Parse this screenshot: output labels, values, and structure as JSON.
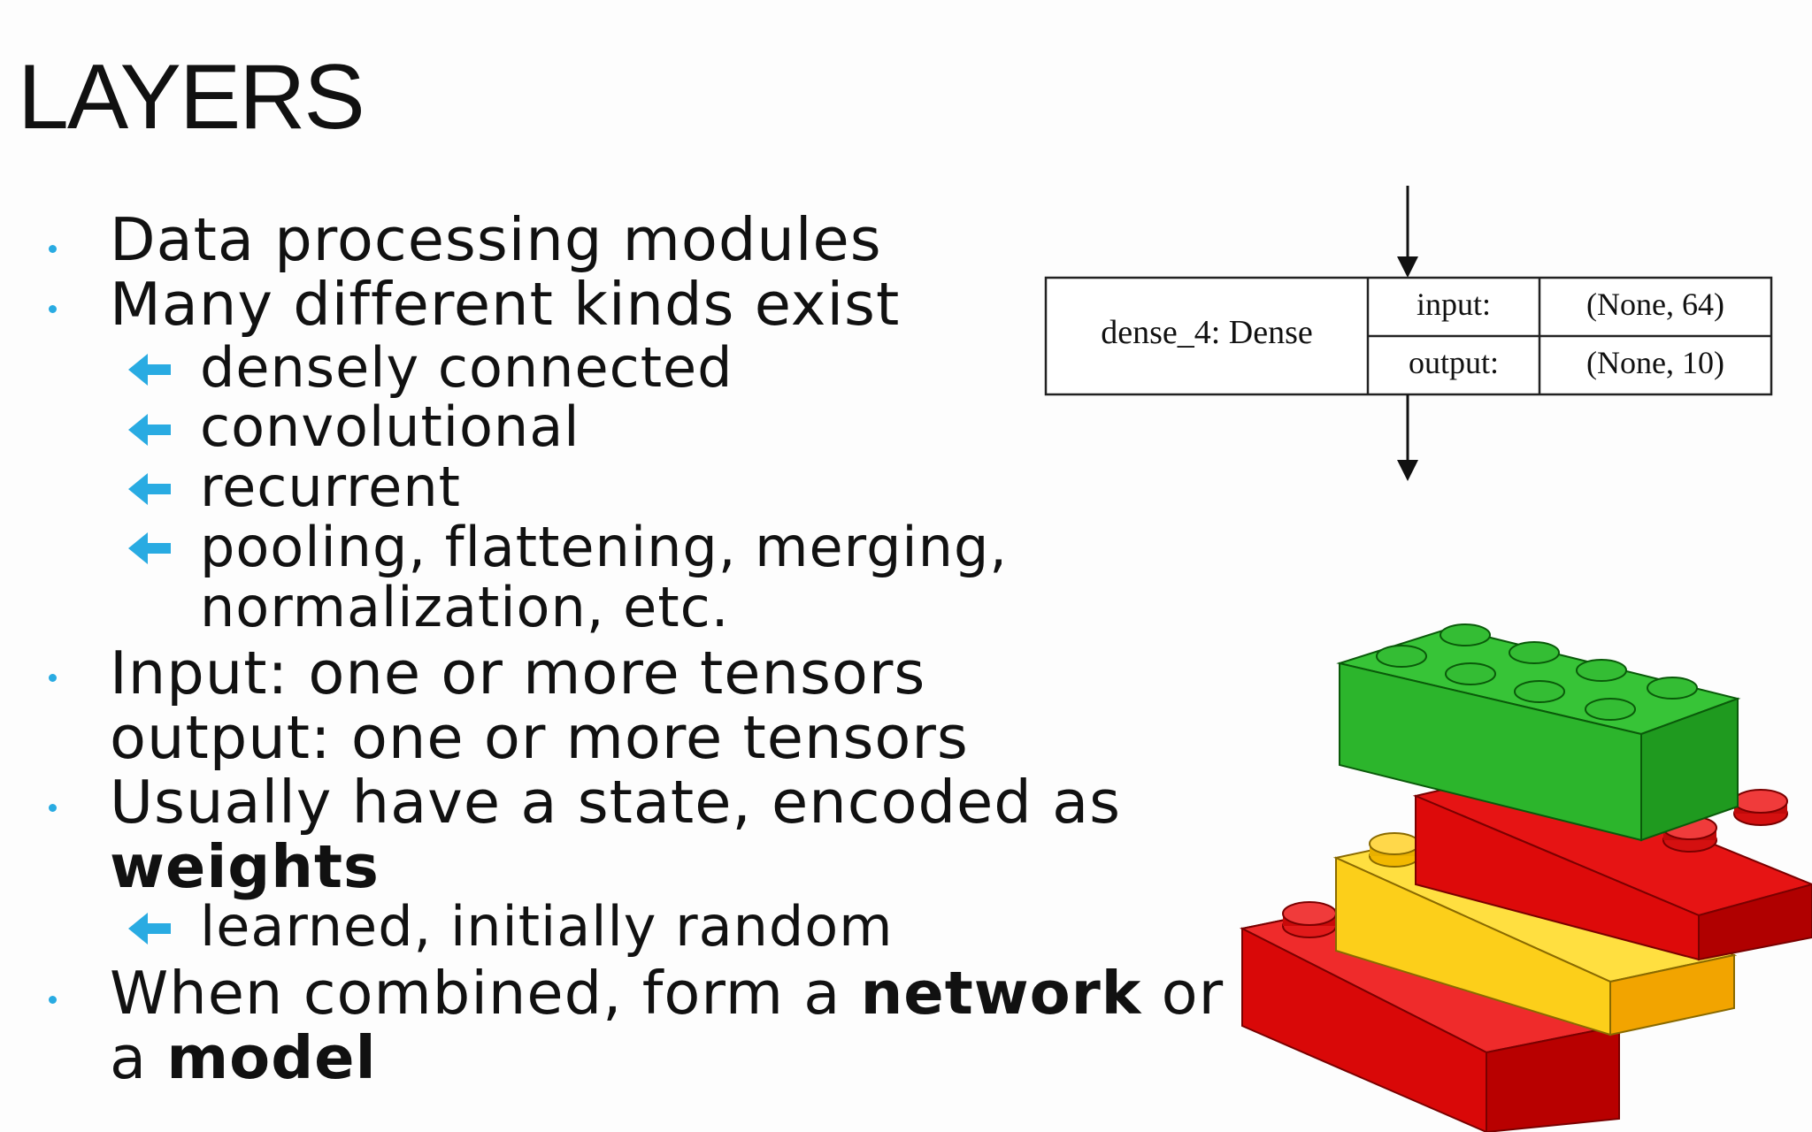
{
  "title": "LAYERS",
  "bullets": {
    "b1": "Data processing modules",
    "b2": "Many different kinds exist",
    "s1": "densely connected",
    "s2": "convolutional",
    "s3": "recurrent",
    "s4a": "pooling, flattening, merging,",
    "s4b": "normalization, etc.",
    "b3a": "Input: one or more tensors",
    "b3b": "output: one or more tensors",
    "b4a": "Usually have a state, encoded as",
    "b4b_bold": "weights",
    "s5": "learned, initially random",
    "b5a_pre": "When combined, form a ",
    "b5a_bold": "network",
    "b5a_post": " or",
    "b5b_pre": "a ",
    "b5b_bold": "model"
  },
  "diagram": {
    "layer_name": "dense_4: Dense",
    "input_label": "input:",
    "input_shape": "(None, 64)",
    "output_label": "output:",
    "output_shape": "(None, 10)"
  },
  "colors": {
    "bullet": "#29abe2",
    "lego_green": "#2cb52c",
    "lego_red": "#dd0a0a",
    "lego_yellow": "#fccf1a"
  }
}
